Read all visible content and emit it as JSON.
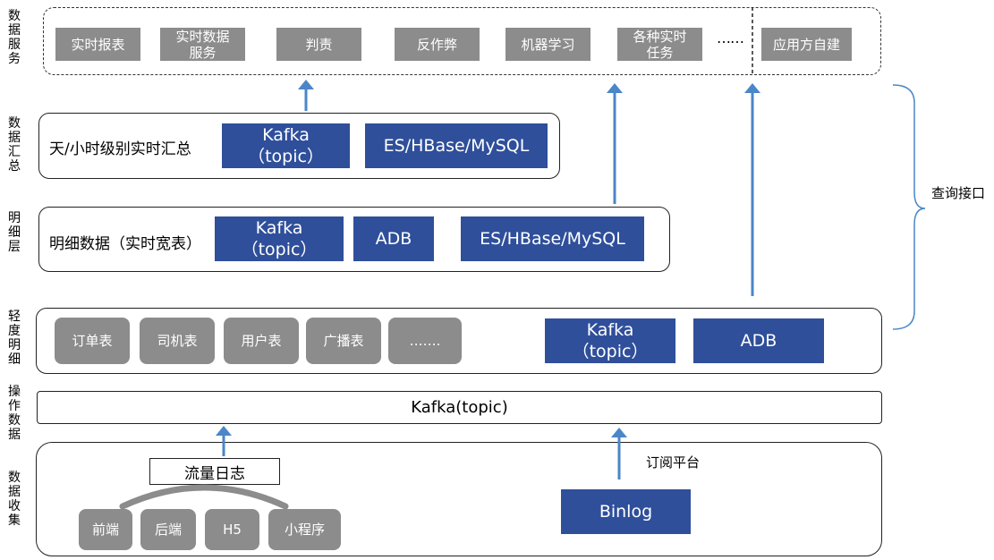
{
  "side_labels": {
    "service": "数据\n服务",
    "summary": "数据\n汇总",
    "detail": "明\n细\n层",
    "light_detail": "轻\n度\n明\n细",
    "operation": "操\n作\n数\n据",
    "collection": "数\n据\n收\n集"
  },
  "service_layer": {
    "items": [
      "实时报表",
      "实时数据\n服务",
      "判责",
      "反作弊",
      "机器学习",
      "各种实时\n任务"
    ],
    "ellipsis": "……",
    "self_built": "应用方自建"
  },
  "summary_layer": {
    "label": "天/小时级别实时汇总",
    "kafka": "Kafka\n（topic）",
    "store": "ES/HBase/MySQL"
  },
  "detail_layer": {
    "label": "明细数据（实时宽表）",
    "kafka": "Kafka\n（topic）",
    "adb": "ADB",
    "store": "ES/HBase/MySQL"
  },
  "light_layer": {
    "tables": [
      "订单表",
      "司机表",
      "用户表",
      "广播表",
      "……."
    ],
    "kafka": "Kafka\n（topic）",
    "adb": "ADB"
  },
  "operation_layer": {
    "label": "Kafka(topic)"
  },
  "collection_layer": {
    "flow_log": "流量日志",
    "sources": [
      "前端",
      "后端",
      "H5",
      "小程序"
    ],
    "binlog": "Binlog",
    "subscribe": "订阅平台"
  },
  "query_interface": "查询接口",
  "colors": {
    "accent_blue": "#2f4f9b",
    "gray_box": "#8c8c8c",
    "arrow_blue": "#4a86c8"
  }
}
